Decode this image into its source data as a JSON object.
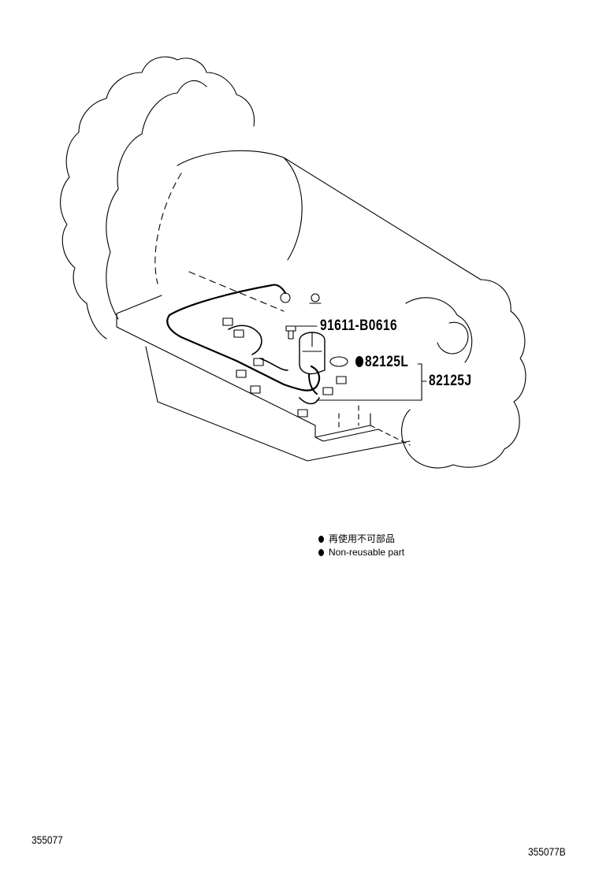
{
  "parts": {
    "bolt": "91611-B0616",
    "gasket": "82125L",
    "harness": "82125J"
  },
  "legend": [
    {
      "symbol": "non-reusable-dot",
      "text": "再使用不可部品"
    },
    {
      "symbol": "non-reusable-dot",
      "text": "Non-reusable part"
    }
  ],
  "figure_codes": {
    "left": "355077",
    "right": "355077B"
  }
}
